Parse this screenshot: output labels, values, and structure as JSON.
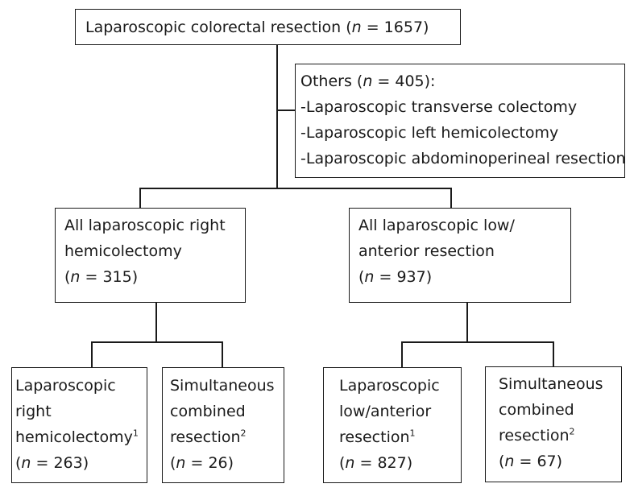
{
  "root": {
    "label_pre": "Laparoscopic colorectal resection (",
    "n_symbol": "n",
    "label_post": " = 1657)"
  },
  "others": {
    "title_pre": "Others (",
    "n_symbol": "n",
    "title_post": " = 405):",
    "items": [
      "-Laparoscopic transverse colectomy",
      "-Laparoscopic left hemicolectomy",
      "-Laparoscopic abdominoperineal resection"
    ]
  },
  "right_hemi": {
    "line1": "All laparoscopic right",
    "line2": "hemicolectomy",
    "n_pre": "(",
    "n_symbol": "n",
    "n_post": " = 315)"
  },
  "low_anterior": {
    "line1": "All laparoscopic low/",
    "line2": "anterior resection",
    "n_pre": "(",
    "n_symbol": "n",
    "n_post": " = 937)"
  },
  "leaf_right_hemi": {
    "line1": "Laparoscopic",
    "line2": "right",
    "line3": "hemicolectomy",
    "sup": "1",
    "n_pre": "(",
    "n_symbol": "n",
    "n_post": " = 263)"
  },
  "leaf_sim_1": {
    "line1": "Simultaneous",
    "line2": "combined",
    "line3": "resection",
    "sup": "2",
    "n_pre": "(",
    "n_symbol": "n",
    "n_post": " = 26)"
  },
  "leaf_low_ant": {
    "line1": "Laparoscopic",
    "line2": "low/anterior",
    "line3": "resection",
    "sup": "1",
    "n_pre": "(",
    "n_symbol": "n",
    "n_post": " = 827)"
  },
  "leaf_sim_2": {
    "line1": "Simultaneous",
    "line2": "combined",
    "line3": "resection",
    "sup": "2",
    "n_pre": "(",
    "n_symbol": "n",
    "n_post": " = 67)"
  }
}
